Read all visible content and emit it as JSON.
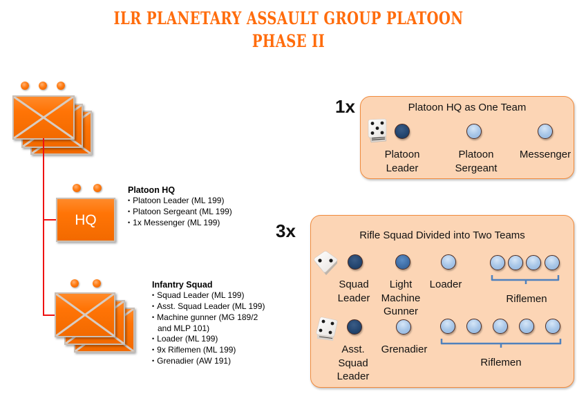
{
  "title": {
    "line1": "ILR PLANETARY ASSAULT GROUP PLATOON",
    "line2": "PHASE II",
    "color": "#FF6C0C"
  },
  "org_chart": {
    "platoon_symbol": {
      "echelon": "platoon",
      "echelon_dots": 3,
      "symbol": "infantry-cross-icon",
      "stacked": 3
    },
    "platoon_hq": {
      "symbol_label": "HQ",
      "echelon_dots": 2,
      "title": "Platoon HQ",
      "items": [
        "Platoon Leader (ML 199)",
        "Platoon Sergeant (ML 199)",
        "1x Messenger (ML 199)"
      ]
    },
    "infantry_squad": {
      "echelon_dots": 2,
      "symbol": "infantry-cross-icon",
      "stacked": 3,
      "title": "Infantry Squad",
      "items": [
        "Squad Leader (ML 199)",
        "Asst. Squad Leader (ML 199)",
        "Machine gunner (MG 189/2",
        "Loader (ML 199)",
        "9x Riflemen (ML 199)",
        "Grenadier (AW 191)"
      ],
      "item_continuation": "and MLP 101)"
    },
    "connector_color": "#EE1111",
    "unit_color": "#FF7406"
  },
  "panels": {
    "hq_panel": {
      "multiplier": "1x",
      "title": "Platoon HQ as One Team",
      "die_pips": 5,
      "members": [
        {
          "label_lines": [
            "Platoon",
            "Leader"
          ],
          "role": "leader"
        },
        {
          "label_lines": [
            "Platoon",
            "Sergeant"
          ],
          "role": "member"
        },
        {
          "label_lines": [
            "Messenger"
          ],
          "role": "member"
        }
      ]
    },
    "squad_panel": {
      "multiplier": "3x",
      "title": "Rifle Squad Divided into Two Teams",
      "team_1": {
        "die_pips": 2,
        "members": [
          {
            "label_lines": [
              "Squad",
              "Leader"
            ],
            "role": "leader"
          },
          {
            "label_lines": [
              "Light",
              "Machine",
              "Gunner"
            ],
            "role": "mg"
          },
          {
            "label_lines": [
              "Loader"
            ],
            "role": "member"
          }
        ],
        "riflemen_count": 4,
        "riflemen_label": "Riflemen"
      },
      "team_2": {
        "die_pips": 4,
        "members": [
          {
            "label_lines": [
              "Asst.",
              "Squad",
              "Leader"
            ],
            "role": "leader"
          },
          {
            "label_lines": [
              "Grenadier"
            ],
            "role": "member"
          }
        ],
        "riflemen_count": 5,
        "riflemen_label": "Riflemen"
      }
    },
    "colors": {
      "panel_fill": "#FCD5B5",
      "panel_border": "#F08A3C",
      "leader_circle": "#244670",
      "mg_circle": "#3F6FA8",
      "member_circle": "#A9C7E8",
      "bracket": "#4F81BD"
    }
  }
}
